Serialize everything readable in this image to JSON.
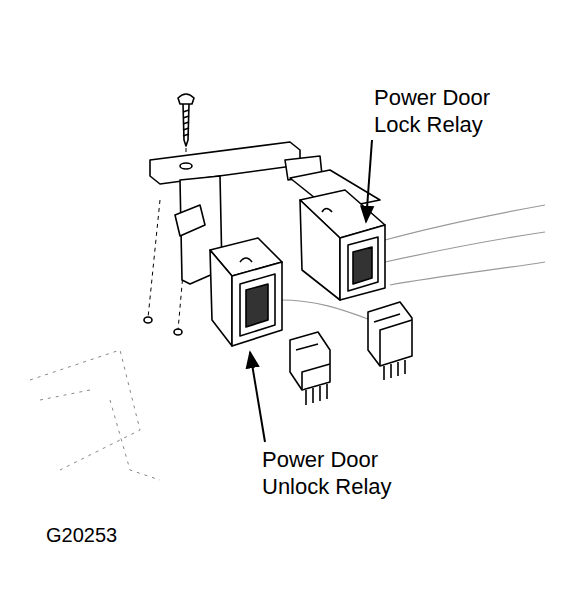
{
  "diagram": {
    "labels": [
      "Power Door Lock Relay",
      "Power Door Unlock Relay",
      "G20253"
    ]
  }
}
